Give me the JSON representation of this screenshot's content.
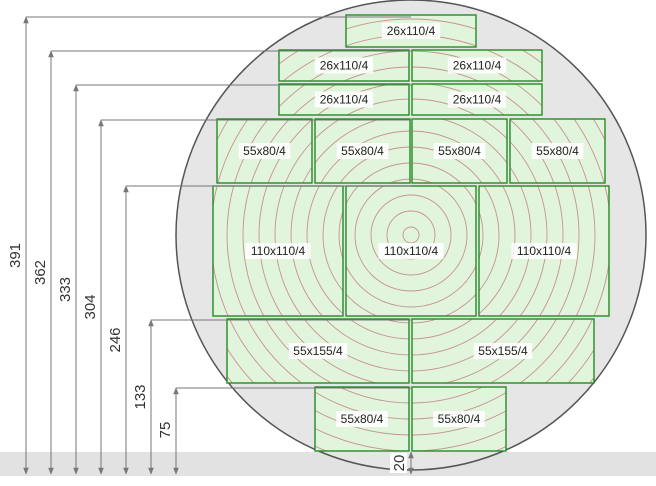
{
  "boards": [
    {
      "id": "top",
      "label": "26x110/4"
    },
    {
      "id": "r2-left",
      "label": "26x110/4"
    },
    {
      "id": "r2-right",
      "label": "26x110/4"
    },
    {
      "id": "r3-left",
      "label": "26x110/4"
    },
    {
      "id": "r3-right",
      "label": "26x110/4"
    },
    {
      "id": "r4-1",
      "label": "55x80/4"
    },
    {
      "id": "r4-2",
      "label": "55x80/4"
    },
    {
      "id": "r4-3",
      "label": "55x80/4"
    },
    {
      "id": "r4-4",
      "label": "55x80/4"
    },
    {
      "id": "c-left",
      "label": "110x110/4"
    },
    {
      "id": "c-center",
      "label": "110x110/4"
    },
    {
      "id": "c-right",
      "label": "110x110/4"
    },
    {
      "id": "r6-left",
      "label": "55x155/4"
    },
    {
      "id": "r6-right",
      "label": "55x155/4"
    },
    {
      "id": "b-left",
      "label": "55x80/4"
    },
    {
      "id": "b-right",
      "label": "55x80/4"
    }
  ],
  "dimensions": [
    "391",
    "362",
    "333",
    "304",
    "246",
    "133",
    "75",
    "20"
  ],
  "colors": {
    "board_fill": "#e1f5dc",
    "board_stroke": "#1d8a1d",
    "ring": "#c7928f",
    "log_fill": "#e6e6e6",
    "ground": "#e2e2e2",
    "dimension": "#777777"
  }
}
